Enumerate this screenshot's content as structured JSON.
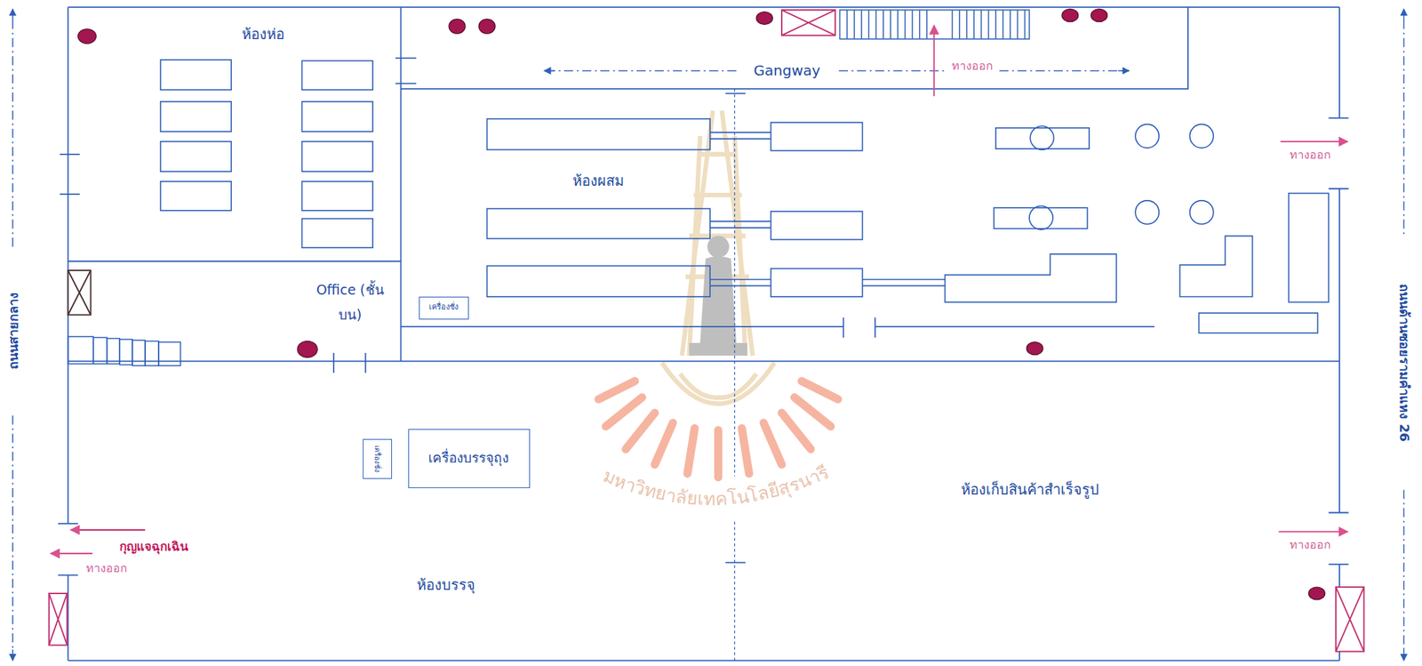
{
  "diagram": {
    "nodes": [
      {
        "text": [
          "ห้องห่อ"
        ]
      },
      {
        "text": [
          "Gangway"
        ]
      },
      {
        "text": [
          "ห้องผสม"
        ]
      },
      {
        "text": [
          "เครื่องชั่ง"
        ],
        "in": 2
      },
      {
        "text": [
          "Office (ชั้นบน)"
        ]
      },
      {
        "text": [
          "ห้องบรรจุ"
        ]
      },
      {
        "text": [
          "เครื่องชั่ง"
        ],
        "in": 5
      },
      {
        "text": [
          "เครื่องบรรจุถุง"
        ],
        "in": 5
      },
      {
        "text": [
          "ห้องเก็บสินค้าสำเร็จรูป"
        ]
      }
    ],
    "labels": [
      "ทางออก",
      "ทางออก",
      "กุญแจฉุกเฉิน",
      "ทางออก",
      "ทางออก",
      "ถนนสายกลาง",
      "ถนนด้านซอยรามคำแหง 26",
      "มหาวิทยาลัยเทคโนโลยีสุรนารี"
    ]
  }
}
